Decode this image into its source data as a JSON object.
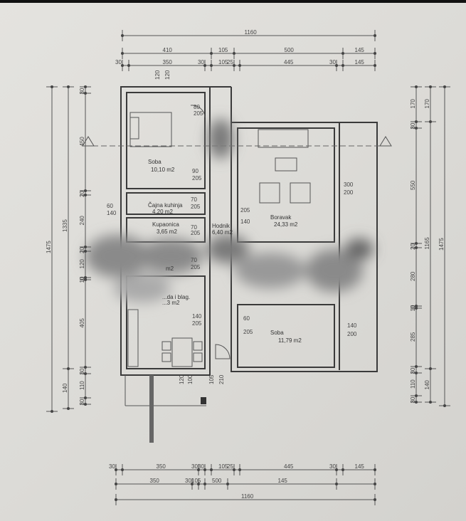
{
  "rooms": {
    "soba1": {
      "name": "Soba",
      "area": "10,10 m2"
    },
    "cajna": {
      "name": "Čajna kuhinja",
      "area": "4,20 m2"
    },
    "kupaonica": {
      "name": "Kupaonica",
      "area": "3,65 m2"
    },
    "hodnik": {
      "name": "Hodnik",
      "area": "6,40 m2"
    },
    "boravak": {
      "name": "Boravak",
      "area": "24,33 m2"
    },
    "kuhinja": {
      "name": "...da i blag.",
      "area": "...3 m2"
    },
    "soba2": {
      "name": "Soba",
      "area": "11,79 m2"
    },
    "partial": {
      "name": "",
      "area": "m2"
    }
  },
  "openings": [
    "120",
    "120",
    "80",
    "205",
    "90",
    "205",
    "70",
    "205",
    "70",
    "205",
    "140",
    "205",
    "300",
    "200",
    "60",
    "140",
    "70",
    "205",
    "140",
    "205",
    "60",
    "205",
    "140",
    "200",
    "120",
    "100",
    "105",
    "210"
  ],
  "dims": {
    "top_total": [
      "1160"
    ],
    "top_mid": [
      "410",
      "105",
      "500",
      "145"
    ],
    "top_inner": [
      "30",
      "350",
      "30",
      "105",
      "25",
      "445",
      "30",
      "145"
    ],
    "bottom_inner": [
      "30",
      "350",
      "30",
      "30",
      "105",
      "25",
      "445",
      "30",
      "145"
    ],
    "bottom_mid": [
      "350",
      "30",
      "105",
      "500",
      "145"
    ],
    "bottom_total": [
      "1160"
    ],
    "left_inner": [
      "30",
      "450",
      "20",
      "240",
      "20",
      "120",
      "10",
      "405",
      "30",
      "110",
      "30"
    ],
    "left_mid": [
      "1335",
      "140"
    ],
    "left_total": [
      "1475"
    ],
    "right_inner": [
      "170",
      "30",
      "550",
      "20",
      "280",
      "10",
      "285",
      "30",
      "110",
      "30"
    ],
    "right_mid": [
      "170",
      "1165",
      "140"
    ],
    "right_total": [
      "1475"
    ]
  },
  "colors": {
    "paper": "#dedddA",
    "ink": "#3a3a3a"
  }
}
